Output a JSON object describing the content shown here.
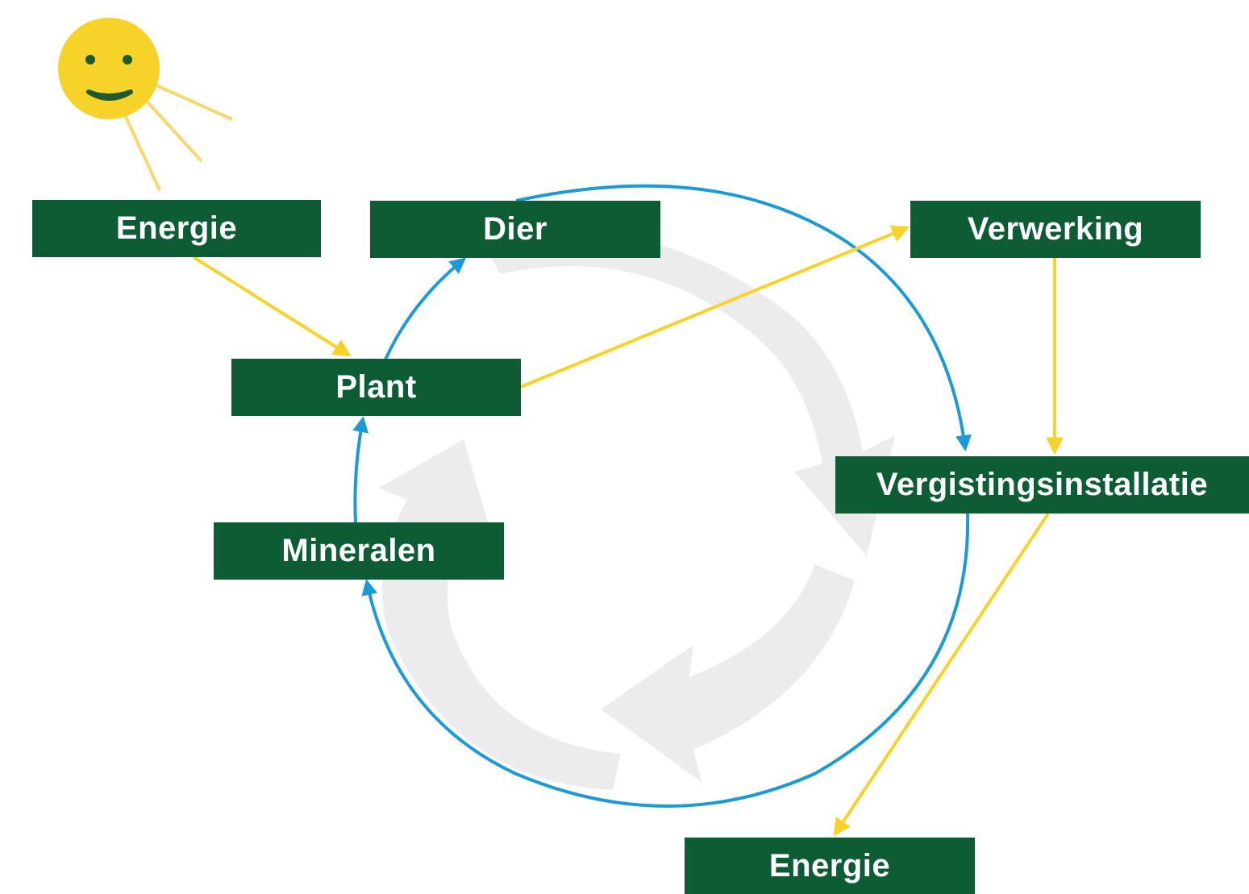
{
  "nodes": {
    "energie_top": "Energie",
    "dier": "Dier",
    "verwerking": "Verwerking",
    "plant": "Plant",
    "vergistingsinstallatie": "Vergistingsinstallatie",
    "mineralen": "Mineralen",
    "energie_bottom": "Energie"
  },
  "icons": {
    "sun": "smiling-sun-icon",
    "recycle": "cycle-arrows-icon"
  },
  "colors": {
    "box_fill": "#0d5c34",
    "box_text": "#ffffff",
    "cycle_arrow": "#1a9ad6",
    "energy_arrow": "#f7d32a",
    "sun_face": "#f7d32a",
    "sun_features": "#1f5a2e",
    "background_arrows": "#ececec"
  }
}
